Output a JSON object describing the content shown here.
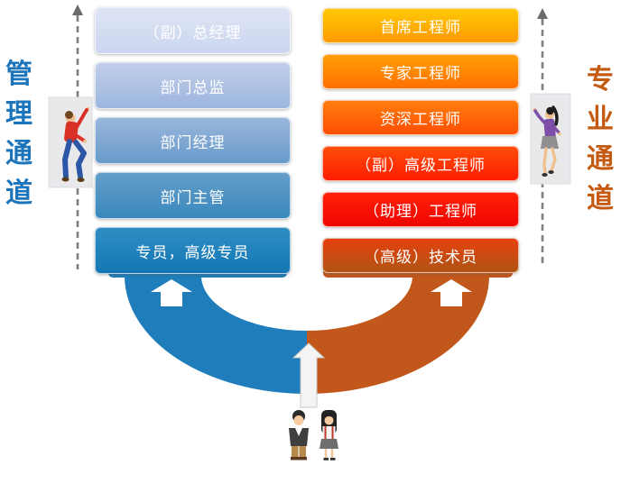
{
  "slide": {
    "left_channel": {
      "title": "管理通道",
      "levels": [
        "（副）总经理",
        "部门总监",
        "部门经理",
        "部门主管",
        "专员，高级专员"
      ]
    },
    "right_channel": {
      "title": "专业通道",
      "levels": [
        "首席工程师",
        "专家工程师",
        "资深工程师",
        "（副）高级工程师",
        "（助理）工程师",
        "（高级）技术员"
      ]
    },
    "colors": {
      "management_title": "#1C75BB",
      "management_box_light": "#DCE3F3",
      "management_box_dark": "#1477B4",
      "professional_title": "#C55A11",
      "professional_box_light": "#FFC803",
      "professional_box_dark": "#AF5513",
      "arc_blue": "#1E7DBA",
      "arc_orange": "#C2571B",
      "dashed_line_gray": "#7F7F7F",
      "promotion_arrow": "#FFFFFF",
      "center_arrow_fill": "#F4F4F4"
    },
    "icons": {
      "left_dashed_arrow": "dashed-up-arrow-icon",
      "right_dashed_arrow": "dashed-up-arrow-icon",
      "left_promote_arrow": "block-up-arrow-icon",
      "right_promote_arrow": "block-up-arrow-icon",
      "center_entry_arrow": "block-up-arrow-icon",
      "left_climber": "climbing-man-illustration",
      "right_climber": "climbing-woman-illustration",
      "bottom_figures": "businessman-and-businesswoman-illustration"
    }
  }
}
